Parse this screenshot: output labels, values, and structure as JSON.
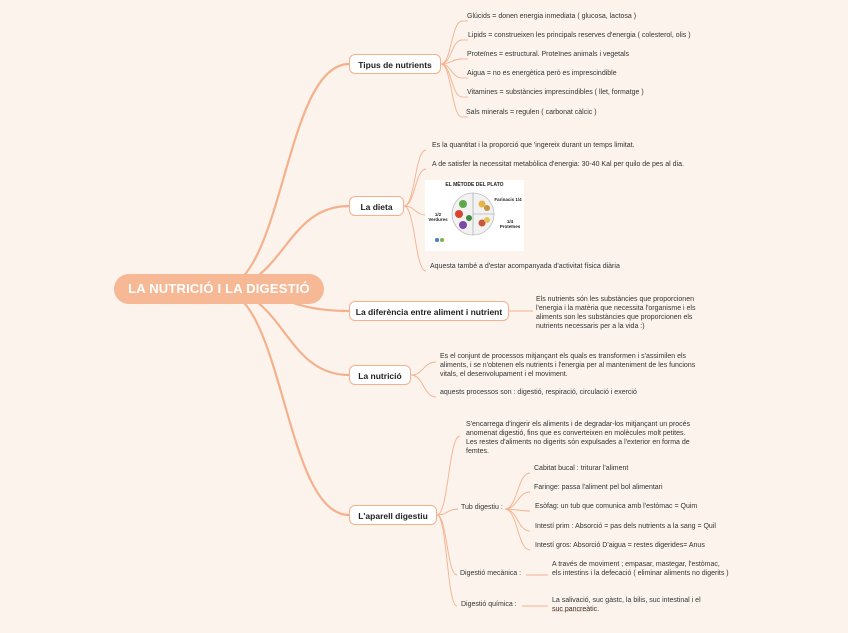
{
  "root": {
    "label": "LA NUTRICIÓ I LA DIGESTIÓ"
  },
  "branches": {
    "tipus": {
      "label": "Tipus de nutrients"
    },
    "dieta": {
      "label": "La dieta"
    },
    "diferencia": {
      "label": "La diferència entre aliment i nutrient"
    },
    "nutricio": {
      "label": "La nutrició"
    },
    "aparell": {
      "label": "L'aparell digestiu"
    }
  },
  "leaves": {
    "glucids": "Glúcids = donen energia inmediata ( glucosa, lactosa )",
    "lipids": "Lipids = construeixen les principals reserves d'energia ( colesterol, olis )",
    "proteines": "Proteïnes = estructural. Proteïnes animals i vegetals",
    "aigua": "Aigua = no es energètica però es imprescindible",
    "vitamines": "Vitamines = substàncies imprescindibles ( llet, formatge )",
    "sals": "Sals minerals = regulen ( carbonat càlcic )",
    "dieta_def": "Es la quantitat i la proporció que 'ingereix durant un temps limitat.",
    "dieta_energia": "A de satisfer la necessitat metabòlica d'energia: 30-40 Kal per quilo de pes al dia.",
    "dieta_activitat": "Aquesta també a d'estar acompanyada d'activitat física diària",
    "diferencia_text": "Els nutrients són les substàncies que proporcionen l'energia i la matèria que necessita l'organisme i els aliments son les substàncies que proporcionen els nutrients necessaris per a la vida :)",
    "nutricio_def": "Es el conjunt de processos mitjançant els quals es transformen i s'assimilen els aliments, i se n'obtenen els nutrients i l'energia per al manteniment de les funcions vitals, el desenvolupament i el moviment.",
    "nutricio_proc": "aquests processos son : digestió, respiració, circulació i exerció",
    "aparell_def": "S'encarrega d'ingerir els aliments i de degradar-los mitjançant un procés anomenat digestió, fins que es converteixen en molècules molt petites. Les restes d'aliments no digerits són expulsades a l'exterior en forma de femtes.",
    "tub_label": "Tub digestiu :",
    "bucal": "Cabitat bucal : triturar l'aliment",
    "faringe": "Faringe: passa l'aliment pel bol alimentari",
    "esofag": "Esòfag: un tub que comunica amb l'estòmac = Quim",
    "prim": "Intestí prim : Absorció = pas dels nutrients a la sang = Quil",
    "gros": "Intestí gros: Absorció D'aigua = restes digerides= Anus",
    "mecanica_label": "Digestió mecànica :",
    "mecanica_text": "A través de moviment ; empasar, mastegar, l'estòmac, els intestins i la defecació ( eliminar aliments no digerits )",
    "quimica_label": "Digestió química :",
    "quimica_text": "La salivació, suc gàstc, la bilis, suc intestinal i el suc pancreàtic."
  },
  "plate_image": {
    "title": "EL MÈTODE DEL PLATO",
    "label_farinacis": "Farinacis 1/4",
    "label_verdures": "1/2 Verdures",
    "label_proteines": "1/4 Proteïnes"
  },
  "colors": {
    "accent": "#f7b896",
    "line": "#f5b08c",
    "background": "#fbf3ec"
  }
}
